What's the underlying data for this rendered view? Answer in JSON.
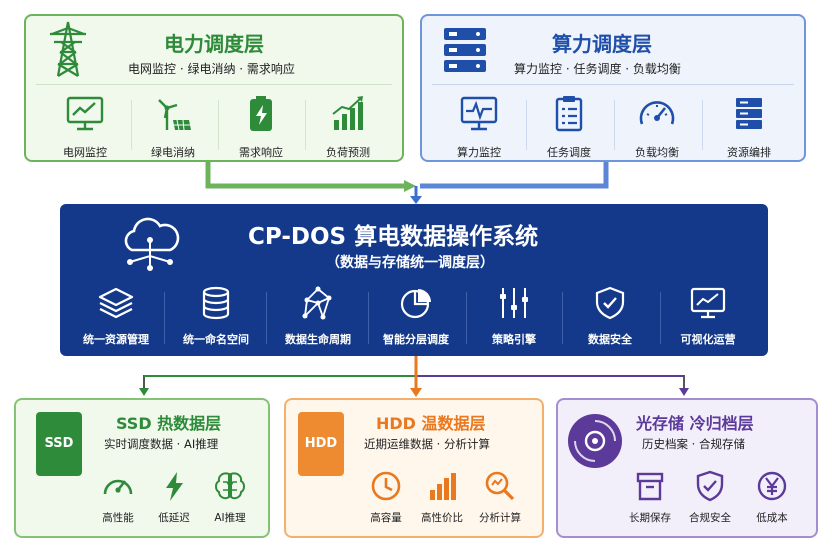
{
  "power": {
    "title": "电力调度层",
    "subtitle": "电网监控 · 绿电消纳 · 需求响应",
    "items": [
      {
        "label": "电网监控",
        "icon": "grid-monitor-icon"
      },
      {
        "label": "绿电消纳",
        "icon": "wind-solar-icon"
      },
      {
        "label": "需求响应",
        "icon": "battery-icon"
      },
      {
        "label": "负荷预测",
        "icon": "load-forecast-icon"
      }
    ],
    "color": "#2e8b3a"
  },
  "compute": {
    "title": "算力调度层",
    "subtitle": "算力监控 · 任务调度 · 负载均衡",
    "items": [
      {
        "label": "算力监控",
        "icon": "compute-monitor-icon"
      },
      {
        "label": "任务调度",
        "icon": "clipboard-icon"
      },
      {
        "label": "负载均衡",
        "icon": "gauge-icon"
      },
      {
        "label": "资源编排",
        "icon": "server-rack-icon"
      }
    ],
    "color": "#1f4fa8"
  },
  "core": {
    "title": "CP-DOS 算电数据操作系统",
    "subtitle": "（数据与存储统一调度层）",
    "features": [
      {
        "label": "统一资源管理",
        "icon": "layers-icon"
      },
      {
        "label": "统一命名空间",
        "icon": "database-icon"
      },
      {
        "label": "数据生命周期",
        "icon": "network-icon"
      },
      {
        "label": "智能分层调度",
        "icon": "pie-chart-icon"
      },
      {
        "label": "策略引擎",
        "icon": "sliders-icon"
      },
      {
        "label": "数据安全",
        "icon": "shield-icon"
      },
      {
        "label": "可视化运营",
        "icon": "dashboard-icon"
      }
    ],
    "color": "#14398a"
  },
  "tiers": [
    {
      "title": "SSD 热数据层",
      "subtitle": "实时调度数据 · AI推理",
      "badge": "SSD",
      "color": "#2e8b3a",
      "features": [
        {
          "label": "高性能",
          "icon": "speedometer-icon"
        },
        {
          "label": "低延迟",
          "icon": "lightning-icon"
        },
        {
          "label": "AI推理",
          "icon": "brain-icon"
        }
      ]
    },
    {
      "title": "HDD 温数据层",
      "subtitle": "近期运维数据 · 分析计算",
      "badge": "HDD",
      "color": "#e9781e",
      "features": [
        {
          "label": "高容量",
          "icon": "clock-icon"
        },
        {
          "label": "高性价比",
          "icon": "bar-chart-icon"
        },
        {
          "label": "分析计算",
          "icon": "magnifier-icon"
        }
      ]
    },
    {
      "title": "光存储 冷归档层",
      "subtitle": "历史档案 · 合规存储",
      "badge": "",
      "color": "#5b3a9a",
      "features": [
        {
          "label": "长期保存",
          "icon": "archive-box-icon"
        },
        {
          "label": "合规安全",
          "icon": "check-shield-icon"
        },
        {
          "label": "低成本",
          "icon": "yen-coin-icon"
        }
      ]
    }
  ]
}
